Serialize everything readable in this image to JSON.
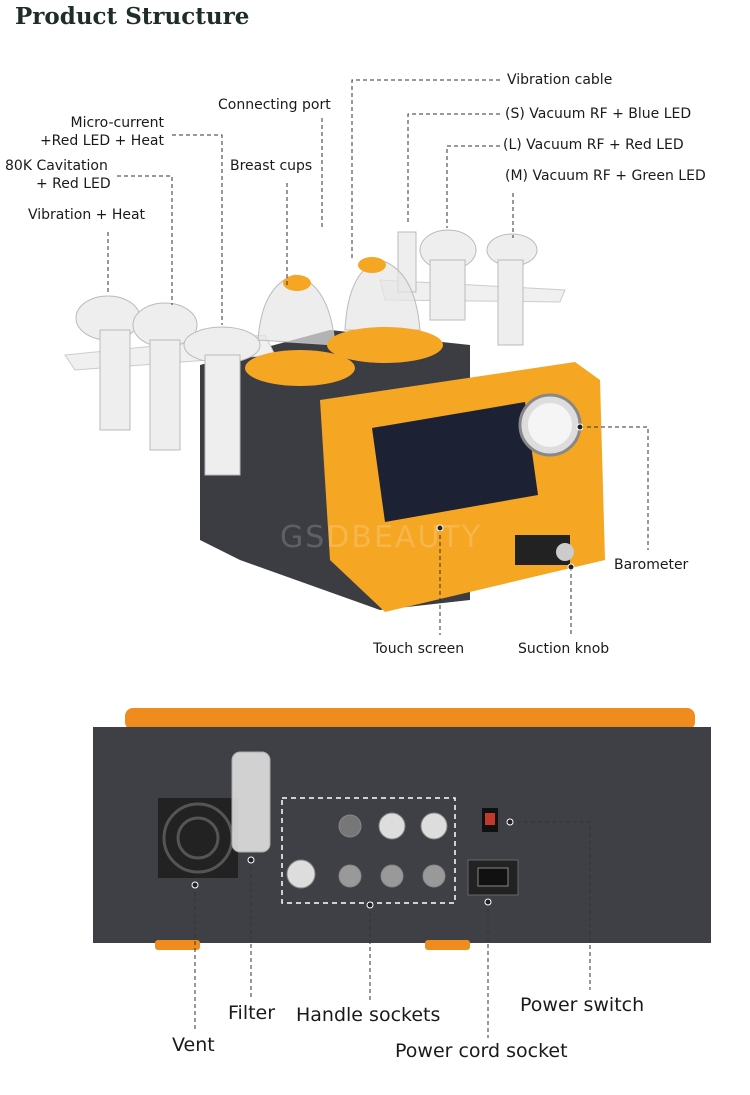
{
  "title": "Product Structure",
  "watermark": "GSDBEAUTY",
  "front_view": {
    "labels": {
      "vibration_cable": "Vibration cable",
      "s_vacuum": "(S) Vacuum RF + Blue LED",
      "l_vacuum": "(L) Vacuum RF + Red LED",
      "m_vacuum": "(M) Vacuum RF + Green LED",
      "connecting_port": "Connecting port",
      "micro_current_1": "Micro-current",
      "micro_current_2": "+Red LED + Heat",
      "cavitation_1": "80K Cavitation",
      "cavitation_2": "+ Red LED",
      "vibration_heat": "Vibration + Heat",
      "breast_cups": "Breast cups",
      "barometer": "Barometer",
      "touch_screen": "Touch screen",
      "suction_knob": "Suction knob"
    }
  },
  "back_view": {
    "labels": {
      "vent": "Vent",
      "filter": "Filter",
      "handle_sockets": "Handle sockets",
      "power_switch": "Power switch",
      "power_cord_socket": "Power cord socket"
    }
  },
  "colors": {
    "orange": "#f5a623",
    "body": "#3b3d42",
    "title": "#1f2d2a"
  }
}
